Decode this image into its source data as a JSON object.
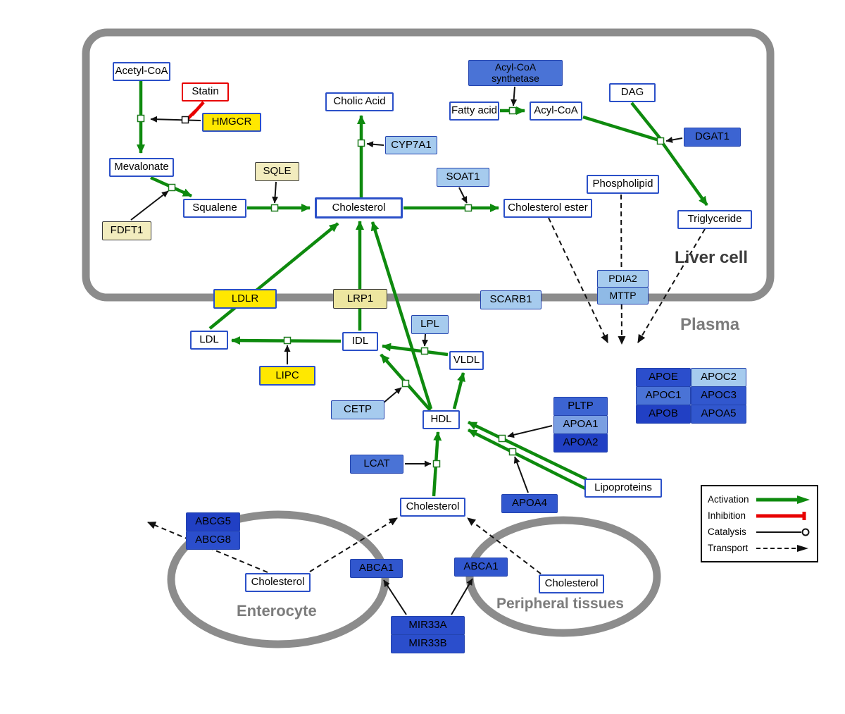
{
  "regions": {
    "liver_cell": "Liver cell",
    "plasma": "Plasma",
    "enterocyte": "Enterocyte",
    "peripheral_tissues": "Peripheral tissues"
  },
  "legend": {
    "activation": "Activation",
    "inhibition": "Inhibition",
    "catalysis": "Catalysis",
    "transport": "Transport"
  },
  "colors": {
    "activation_green": "#0E8A0E",
    "inhibition_red": "#E80000",
    "transport_black": "#111111",
    "membrane_gray": "#8C8C8C",
    "metabolite_border_blue": "#2B50C8",
    "upregulated_yellow": "#FFE800",
    "pale_yellow": "#F2ECBE"
  },
  "nodes": {
    "acetyl_coa": {
      "label": "Acetyl-CoA",
      "fill": "#FFFFFF"
    },
    "statin": {
      "label": "Statin",
      "fill": "#FFFFFF"
    },
    "hmgcr": {
      "label": "HMGCR",
      "fill": "#FFE800"
    },
    "mevalonate": {
      "label": "Mevalonate",
      "fill": "#FFFFFF"
    },
    "sqle": {
      "label": "SQLE",
      "fill": "#F2ECBE"
    },
    "fdft1": {
      "label": "FDFT1",
      "fill": "#F2ECBE"
    },
    "squalene": {
      "label": "Squalene",
      "fill": "#FFFFFF"
    },
    "cholic_acid": {
      "label": "Cholic Acid",
      "fill": "#FFFFFF"
    },
    "cyp7a1": {
      "label": "CYP7A1",
      "fill": "#A6CBEE"
    },
    "cholesterol_liver": {
      "label": "Cholesterol",
      "fill": "#FFFFFF"
    },
    "soat1": {
      "label": "SOAT1",
      "fill": "#A6CBEE"
    },
    "cholesterol_ester": {
      "label": "Cholesterol ester",
      "fill": "#FFFFFF"
    },
    "acyl_coa_synthetase": {
      "label": "Acyl-CoA\nsynthetase",
      "fill": "#4A73D6"
    },
    "fatty_acid": {
      "label": "Fatty acid",
      "fill": "#FFFFFF"
    },
    "acyl_coa": {
      "label": "Acyl-CoA",
      "fill": "#FFFFFF"
    },
    "dag": {
      "label": "DAG",
      "fill": "#FFFFFF"
    },
    "dgat1": {
      "label": "DGAT1",
      "fill": "#3C64D2"
    },
    "phospholipid": {
      "label": "Phospholipid",
      "fill": "#FFFFFF"
    },
    "triglyceride": {
      "label": "Triglyceride",
      "fill": "#FFFFFF"
    },
    "pdia2": {
      "label": "PDIA2",
      "fill": "#A6CBEE"
    },
    "mttp": {
      "label": "MTTP",
      "fill": "#8FBAE6"
    },
    "ldlr": {
      "label": "LDLR",
      "fill": "#FFE800"
    },
    "lrp1": {
      "label": "LRP1",
      "fill": "#EDE6A0"
    },
    "scarb1": {
      "label": "SCARB1",
      "fill": "#A6CBEE"
    },
    "ldl": {
      "label": "LDL",
      "fill": "#FFFFFF"
    },
    "idl": {
      "label": "IDL",
      "fill": "#FFFFFF"
    },
    "lipc": {
      "label": "LIPC",
      "fill": "#FFE800"
    },
    "lpl": {
      "label": "LPL",
      "fill": "#A6CBEE"
    },
    "vldl": {
      "label": "VLDL",
      "fill": "#FFFFFF"
    },
    "cetp": {
      "label": "CETP",
      "fill": "#A6CBEE"
    },
    "hdl": {
      "label": "HDL",
      "fill": "#FFFFFF"
    },
    "lcat": {
      "label": "LCAT",
      "fill": "#4A73D6"
    },
    "pltp": {
      "label": "PLTP",
      "fill": "#3C64D2"
    },
    "apoa1": {
      "label": "APOA1",
      "fill": "#7A9FE2"
    },
    "apoa2": {
      "label": "APOA2",
      "fill": "#2140C4"
    },
    "apoa4": {
      "label": "APOA4",
      "fill": "#3157CE"
    },
    "lipoproteins": {
      "label": "Lipoproteins",
      "fill": "#FFFFFF"
    },
    "apoe": {
      "label": "APOE",
      "fill": "#2B4ECC"
    },
    "apoc2": {
      "label": "APOC2",
      "fill": "#A6CBEE"
    },
    "apoc1": {
      "label": "APOC1",
      "fill": "#4A73D6"
    },
    "apoc3": {
      "label": "APOC3",
      "fill": "#3157CE"
    },
    "apob": {
      "label": "APOB",
      "fill": "#2140C4"
    },
    "apoa5": {
      "label": "APOA5",
      "fill": "#3157CE"
    },
    "cholesterol_plasma": {
      "label": "Cholesterol",
      "fill": "#FFFFFF"
    },
    "abcg5": {
      "label": "ABCG5",
      "fill": "#2140C4"
    },
    "abcg8": {
      "label": "ABCG8",
      "fill": "#2B4ECC"
    },
    "cholesterol_enterocyte": {
      "label": "Cholesterol",
      "fill": "#FFFFFF"
    },
    "abca1_enterocyte": {
      "label": "ABCA1",
      "fill": "#3157CE"
    },
    "abca1_peripheral": {
      "label": "ABCA1",
      "fill": "#3157CE"
    },
    "cholesterol_peripheral": {
      "label": "Cholesterol",
      "fill": "#FFFFFF"
    },
    "mir33a": {
      "label": "MIR33A",
      "fill": "#2B4ECC"
    },
    "mir33b": {
      "label": "MIR33B",
      "fill": "#2B4ECC"
    }
  }
}
